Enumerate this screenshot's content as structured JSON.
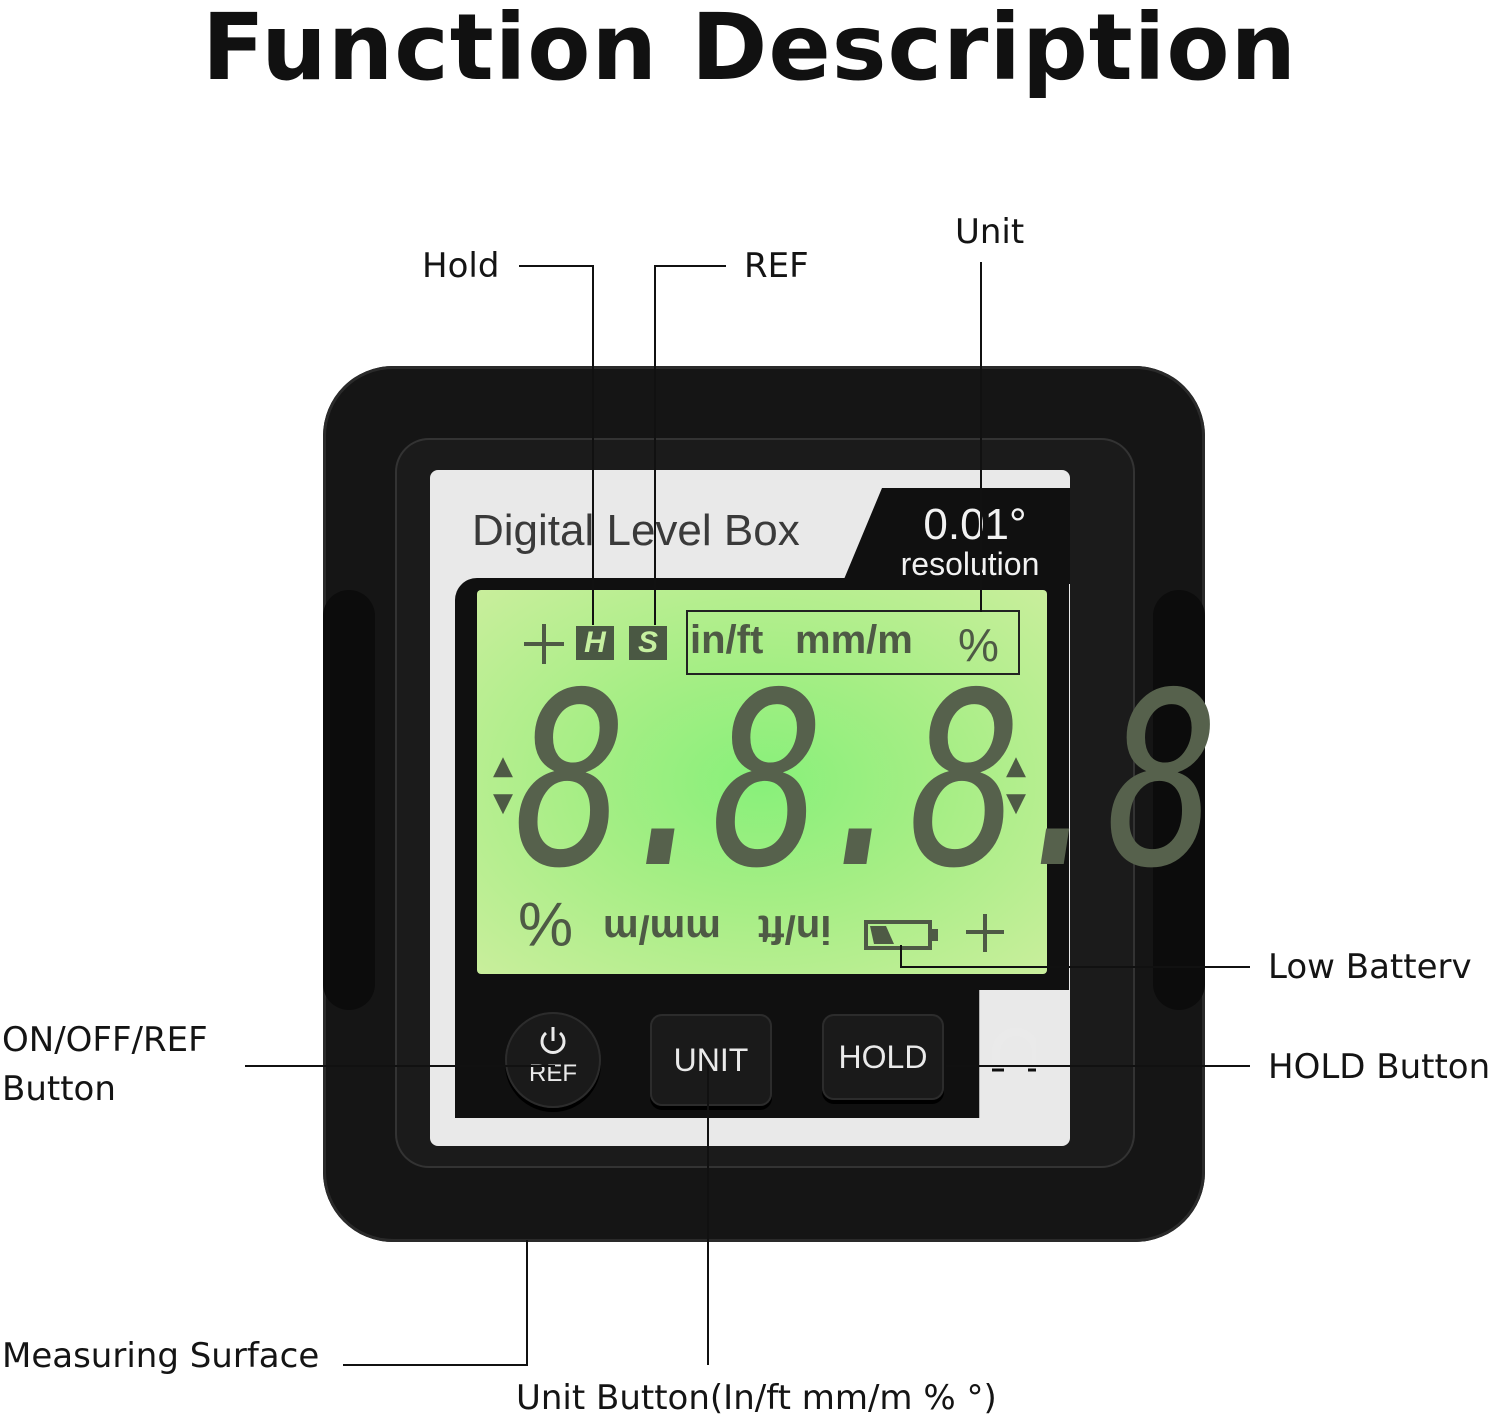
{
  "title": "Function Description",
  "callouts": {
    "hold": "Hold",
    "ref": "REF",
    "unit": "Unit",
    "low_battery": "Low Batterv",
    "hold_button": "HOLD Button",
    "onoff_line1": "ON/OFF/REF",
    "onoff_line2": "Button",
    "measuring_surface": "Measuring Surface",
    "unit_button": "Unit Button(In/ft  mm/m %  °)"
  },
  "device": {
    "brand": "Digital Level Box",
    "resolution_value": "0.01°",
    "resolution_label": "resolution",
    "lcd": {
      "top_hold": "H",
      "top_ref": "S",
      "top_units": [
        "in/ft",
        "mm/m",
        "%"
      ],
      "digits": "8.8.8.8",
      "bottom_units": [
        "%",
        "mm/m",
        "in/ft"
      ]
    },
    "buttons": {
      "power_label": "REF",
      "unit_label": "UNIT",
      "hold_label": "HOLD"
    }
  },
  "colors": {
    "lcd_green": "#88f07a",
    "body_black": "#151515",
    "faceplate": "#e9e9e9"
  }
}
